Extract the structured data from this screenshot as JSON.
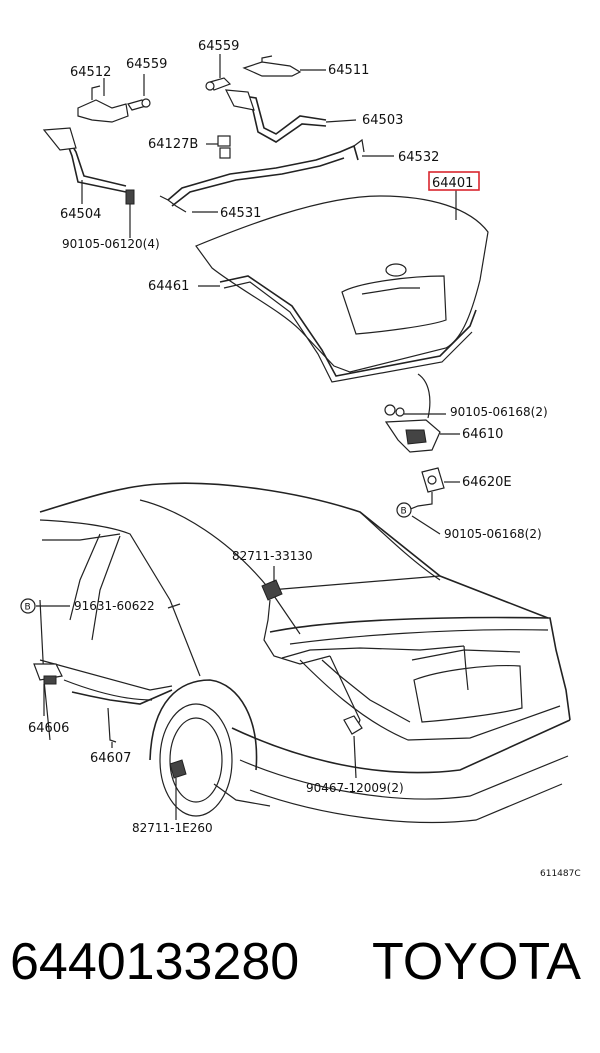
{
  "labels": {
    "p64559a": "64559",
    "p64512": "64512",
    "p64559b": "64559",
    "p64511": "64511",
    "p64503": "64503",
    "p64127B": "64127B",
    "p64532": "64532",
    "p64401": "64401",
    "p64504": "64504",
    "p64531": "64531",
    "p90105_06120": "90105-06120(4)",
    "p64461": "64461",
    "p90105_06168a": "90105-06168(2)",
    "p64610": "64610",
    "p64620E": "64620E",
    "p90105_06168b": "90105-06168(2)",
    "p82711_33130": "82711-33130",
    "p91631_60622": "91631-60622",
    "p64606": "64606",
    "p64607": "64607",
    "p90467_12009": "90467-12009(2)",
    "p82711_1E260": "82711-1E260",
    "ref_code": "611487C",
    "bolt_marker": "B"
  },
  "highlight_color": "#d9262e",
  "footer": {
    "part_number": "6440133280",
    "brand": "TOYOTA"
  }
}
